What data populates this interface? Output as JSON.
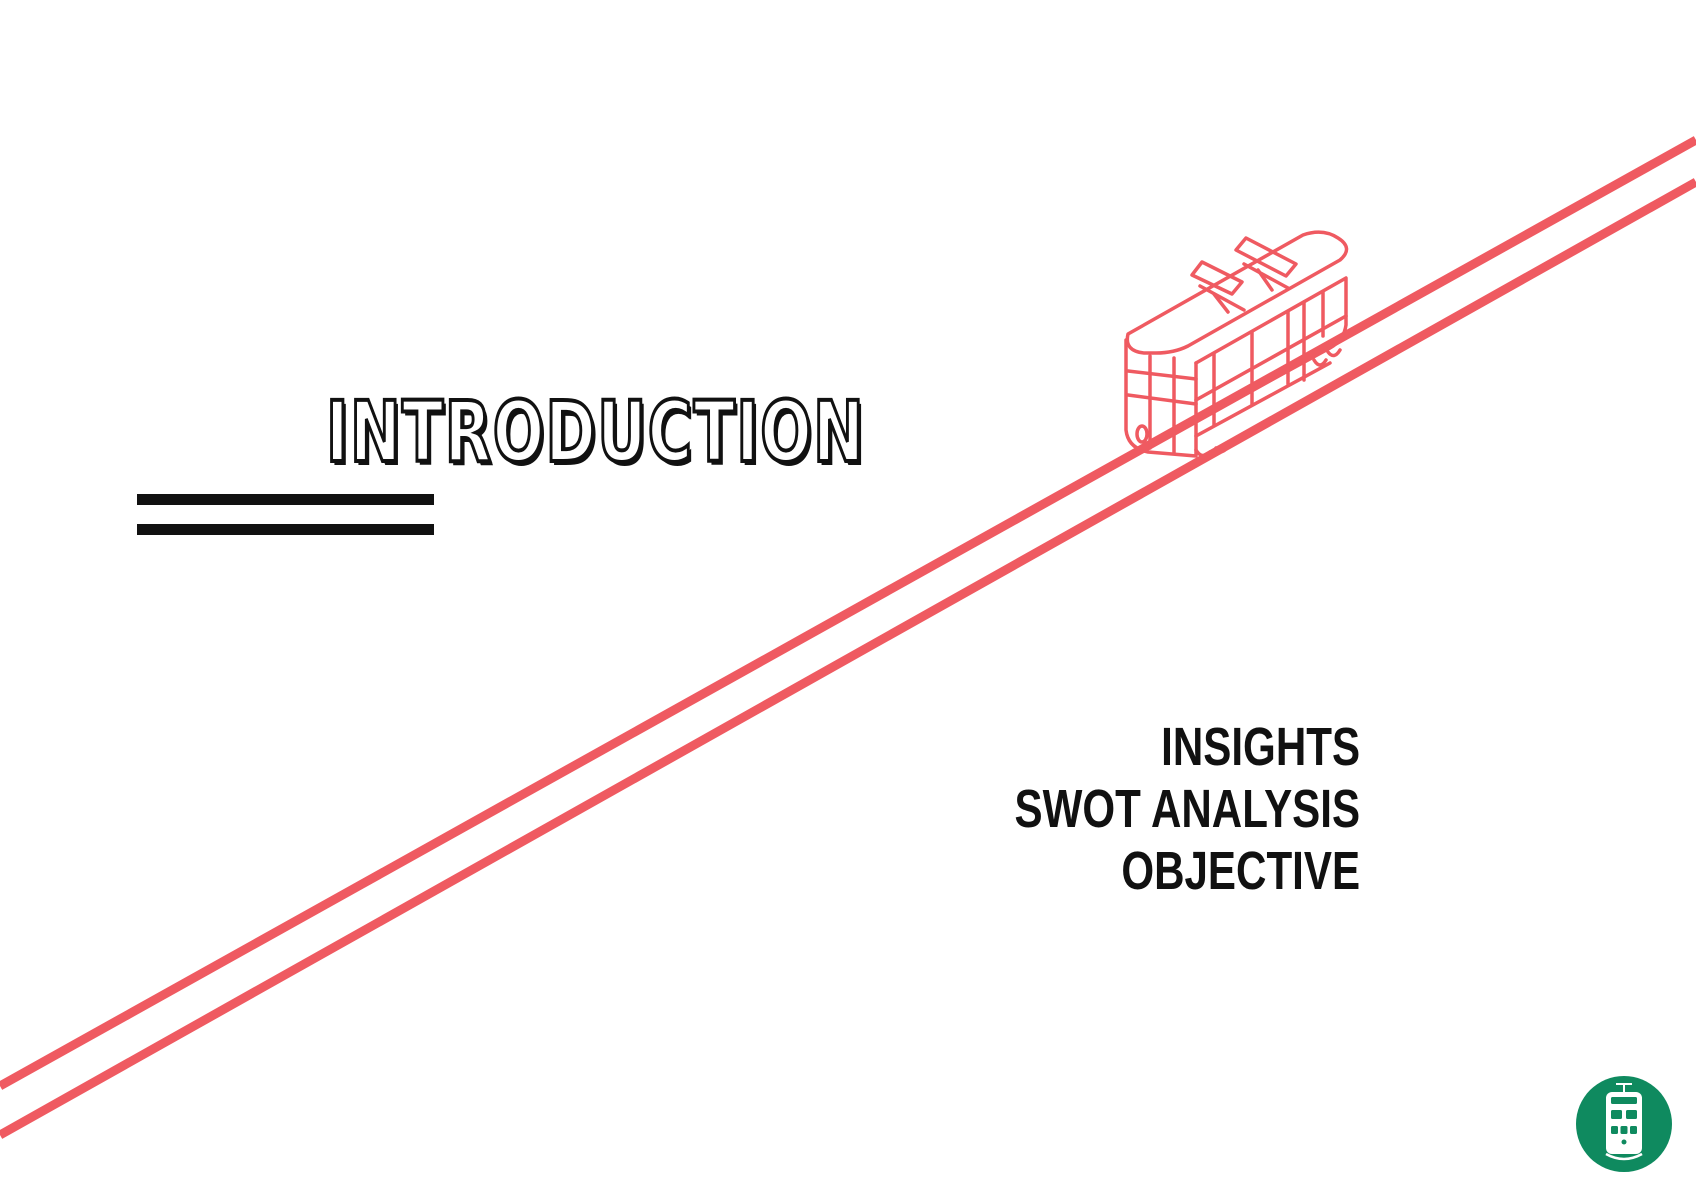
{
  "title": "INTRODUCTION",
  "sections": [
    "INSIGHTS",
    "SWOT ANALYSIS",
    "OBJECTIVE"
  ],
  "colors": {
    "accent": "#EF5A61",
    "text": "#111111",
    "logo_green": "#0F8A5F",
    "background": "#FFFFFF"
  },
  "icons": {
    "tram_illustration": "tram-outline-icon",
    "logo": "tram-logo-icon"
  }
}
